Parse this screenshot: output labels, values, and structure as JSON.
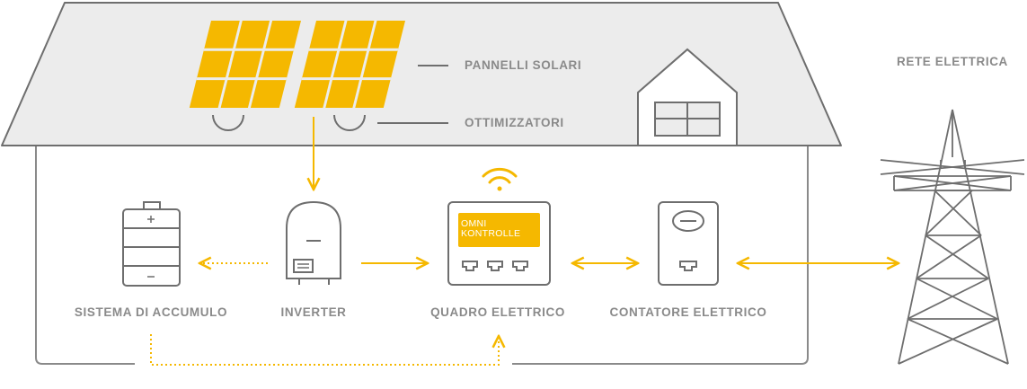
{
  "colors": {
    "accent": "#f5b800",
    "roof": "#ececec",
    "outline": "#6e6e6e",
    "label": "#8a8a8a"
  },
  "labels": {
    "solar_panels": "PANNELLI SOLARI",
    "optimizers": "OTTIMIZZATORI",
    "grid": "RETE ELETTRICA",
    "storage": "SISTEMA DI ACCUMULO",
    "inverter": "INVERTER",
    "panel": "QUADRO ELETTRICO",
    "meter": "CONTATORE ELETTRICO"
  },
  "device_brand": {
    "line1": "OMNI",
    "line2": "KONTROLLE"
  },
  "icons": [
    "solar-panel-icon",
    "optimizer-icon",
    "battery-icon",
    "inverter-icon",
    "wifi-icon",
    "electrical-panel-icon",
    "energy-meter-icon",
    "power-tower-icon",
    "dormer-window-icon"
  ]
}
